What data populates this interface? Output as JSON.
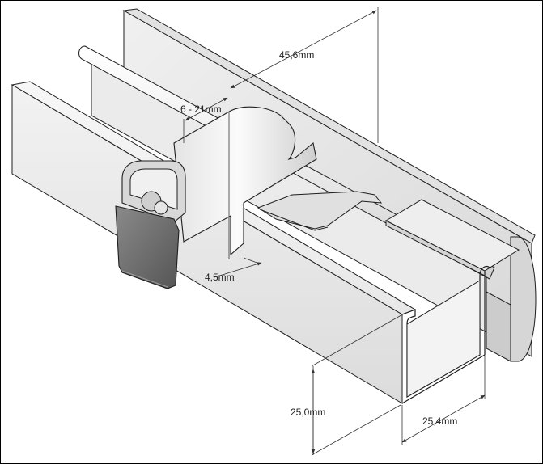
{
  "dimensions": {
    "width_top": "45,6mm",
    "clamp_range": "6 - 21mm",
    "slot_width": "4,5mm",
    "channel_height": "25,0mm",
    "channel_width": "25,4mm"
  },
  "colors": {
    "outline": "#1e1e1e",
    "dim_line": "#333333",
    "rubber_dark": "#6b6b6b",
    "background": "#ffffff"
  }
}
